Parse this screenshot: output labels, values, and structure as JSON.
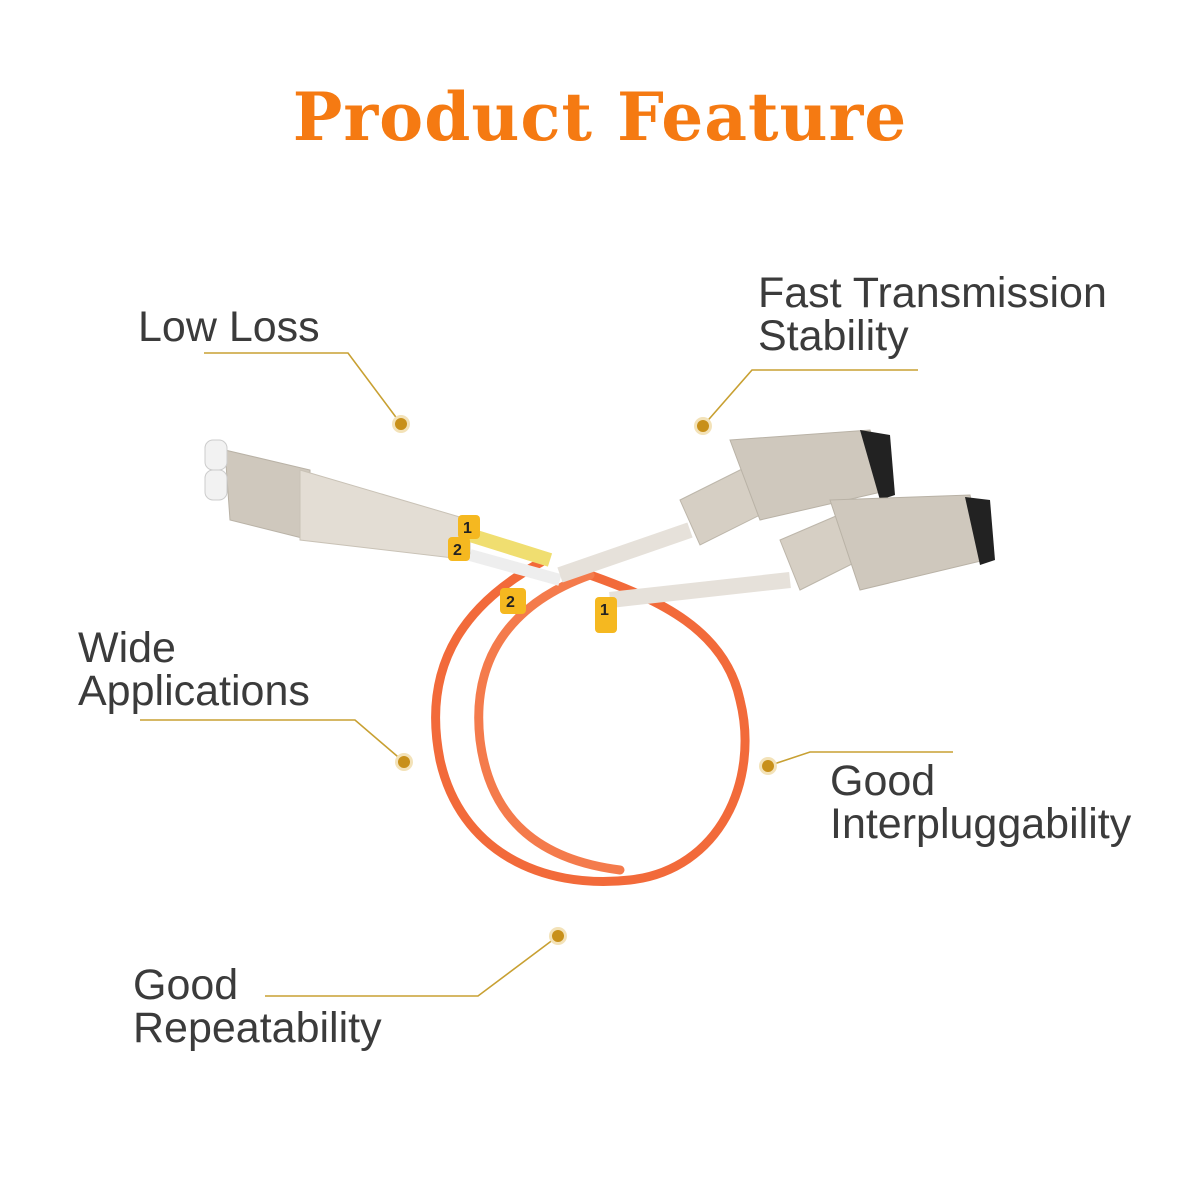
{
  "title": "Product Feature",
  "features": [
    {
      "line1": "Low Loss"
    },
    {
      "line1": "Fast Transmission",
      "line2": "Stability"
    },
    {
      "line1": "Wide",
      "line2": "Applications"
    },
    {
      "line1": "Good",
      "line2": "Interpluggability"
    },
    {
      "line1": "Good",
      "line2": "Repeatability"
    }
  ],
  "cable_tags": [
    "1",
    "2",
    "2",
    "1"
  ],
  "colors": {
    "title": "#f57a12",
    "callout": "#c8a032",
    "dot": "#c8901a",
    "cable": "#f26a3a",
    "connector": "#cfc8bd",
    "tag": "#f5b820"
  }
}
